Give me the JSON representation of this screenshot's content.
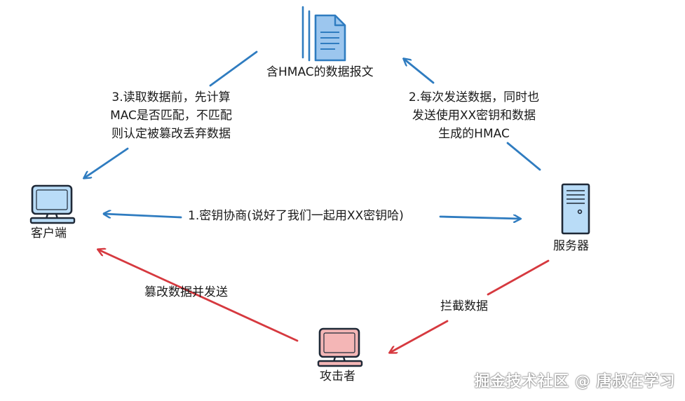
{
  "nodes": {
    "document_label": "含HMAC的数据报文",
    "client_label": "客户端",
    "server_label": "服务器",
    "attacker_label": "攻击者"
  },
  "edges": {
    "step1_label": "1.密钥协商(说好了我们一起用XX密钥哈)",
    "step2_lines": [
      "2.每次发送数据，同时也",
      "发送使用XX密钥和数据",
      "生成的HMAC"
    ],
    "step3_lines": [
      "3.读取数据前，先计算",
      "MAC是否匹配，不匹配",
      "则认定被篡改丢弃数据"
    ],
    "tamper_label": "篡改数据并发送",
    "intercept_label": "拦截数据"
  },
  "watermark": "掘金技术社区 @ 唐叔在学习",
  "colors": {
    "legit_arrow": "#2f7cc0",
    "attack_arrow": "#d6393f",
    "computer_fill": "#b9dcf7",
    "attacker_fill": "#f4b6b6",
    "doc_fill": "#9cc6ee"
  }
}
